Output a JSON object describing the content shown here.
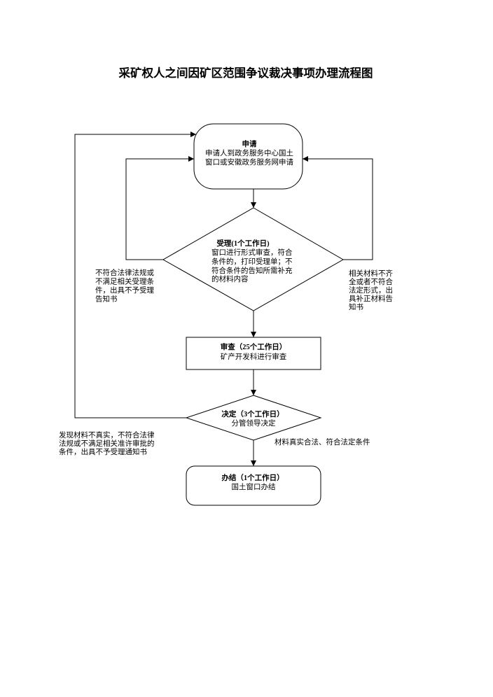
{
  "title": "采矿权人之间因矿区范围争议裁决事项办理流程图",
  "nodes": {
    "apply": {
      "title": "申请",
      "lines": [
        "申请人到政务服务中心国土",
        "窗口或安徽政务服务网申请"
      ]
    },
    "accept": {
      "title": "受理(1个工作日)",
      "lines": [
        "窗口进行形式审查，符合",
        "条件的，打印受理单；不",
        "符合条件的告知所需补充",
        "的材料内容"
      ]
    },
    "review": {
      "title": "审查（25个工作日）",
      "lines": [
        "矿产开发科进行审查"
      ]
    },
    "decide": {
      "title": "决定（3个工作日）",
      "lines": [
        "分管领导决定"
      ]
    },
    "finish": {
      "title": "办结（1个工作日）",
      "lines": [
        "国土窗口办结"
      ]
    }
  },
  "edges": {
    "accept_rejected": {
      "lines": [
        "不符合法律法规或",
        "不满足相关受理条",
        "件，出具不予受理",
        "告知书"
      ]
    },
    "accept_supplement": {
      "lines": [
        "相关材料不齐",
        "全或者不符合",
        "法定形式，出",
        "具补正材料告",
        "知书"
      ]
    },
    "decide_rejected": {
      "lines": [
        "发现材料不真实，不符合法律",
        "法规或不满足相关准许审批的",
        "条件，出具不予受理通知书"
      ]
    },
    "decide_approved": {
      "label": "材料真实合法、符合法定条件"
    }
  }
}
